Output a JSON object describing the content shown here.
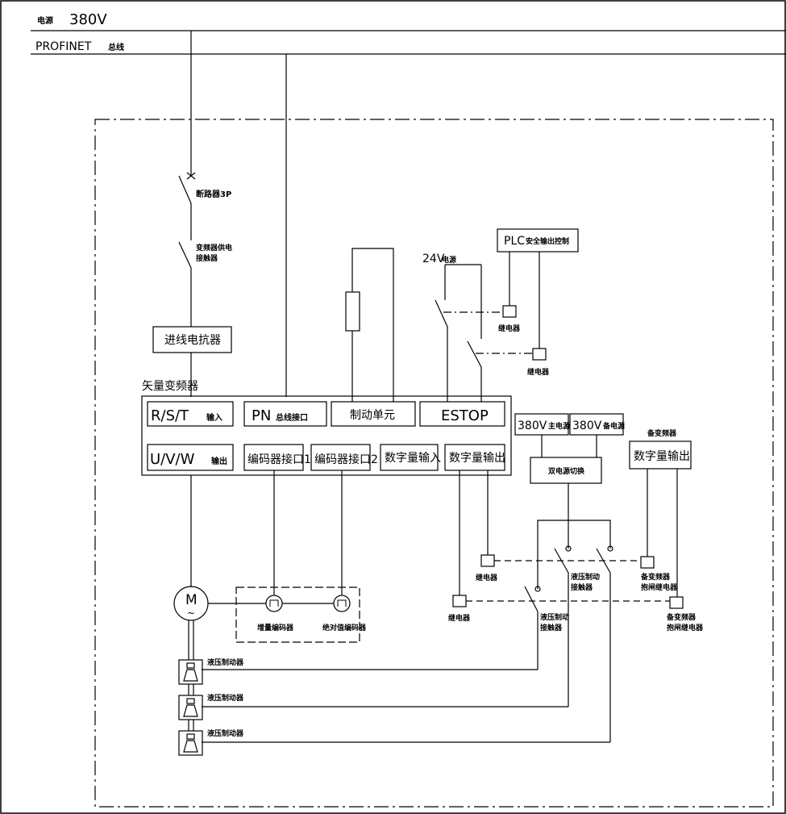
{
  "header": {
    "power_label_cn": "电源",
    "power_label_v": "380V",
    "bus_label": "PROFINET",
    "bus_label_cn": "总线"
  },
  "components": {
    "breaker": "断路器3P",
    "vfd_contactor_1": "变频器供电",
    "vfd_contactor_2": "接触器",
    "reactor": "进线电抗器",
    "vfd_title": "矢量变频器",
    "rst_input": "R/S/T",
    "rst_input_cn": "输入",
    "pn_port": "PN",
    "pn_port_cn": "总线接口",
    "brake_unit": "制动单元",
    "estop": "ESTOP",
    "uvw_output": "U/V/W",
    "uvw_output_cn": "输出",
    "encoder_port1": "编码器接口1",
    "encoder_port2": "编码器接口2",
    "di_input": "数字量输入",
    "do_output": "数字量输出",
    "v24": "24V",
    "v24_cn": "电源",
    "plc_safety": "PLC",
    "plc_safety_cn": "安全输出控制",
    "relay_a": "继电器",
    "relay_b": "继电器",
    "main_power": "380V",
    "main_power_cn": "主电源",
    "backup_power": "380V",
    "backup_power_cn": "备电源",
    "dual_switch": "双电源切换",
    "backup_vfd": "备变频器",
    "backup_vfd_do": "数字量输出",
    "relay_c": "继电器",
    "relay_d": "继电器",
    "hyd_contactor_1a": "液压制动",
    "hyd_contactor_1b": "接触器",
    "hyd_contactor_2a": "液压制动",
    "hyd_contactor_2b": "接触器",
    "backup_relay_1a": "备变频器",
    "backup_relay_1b": "抱闸继电器",
    "backup_relay_2a": "备变频器",
    "backup_relay_2b": "抱闸继电器",
    "motor_symbol": "M",
    "motor_tilde": "~",
    "incremental_encoder": "增量编码器",
    "absolute_encoder": "绝对值编码器",
    "hyd_brake_1": "液压制动器",
    "hyd_brake_2": "液压制动器",
    "hyd_brake_3": "液压制动器"
  }
}
